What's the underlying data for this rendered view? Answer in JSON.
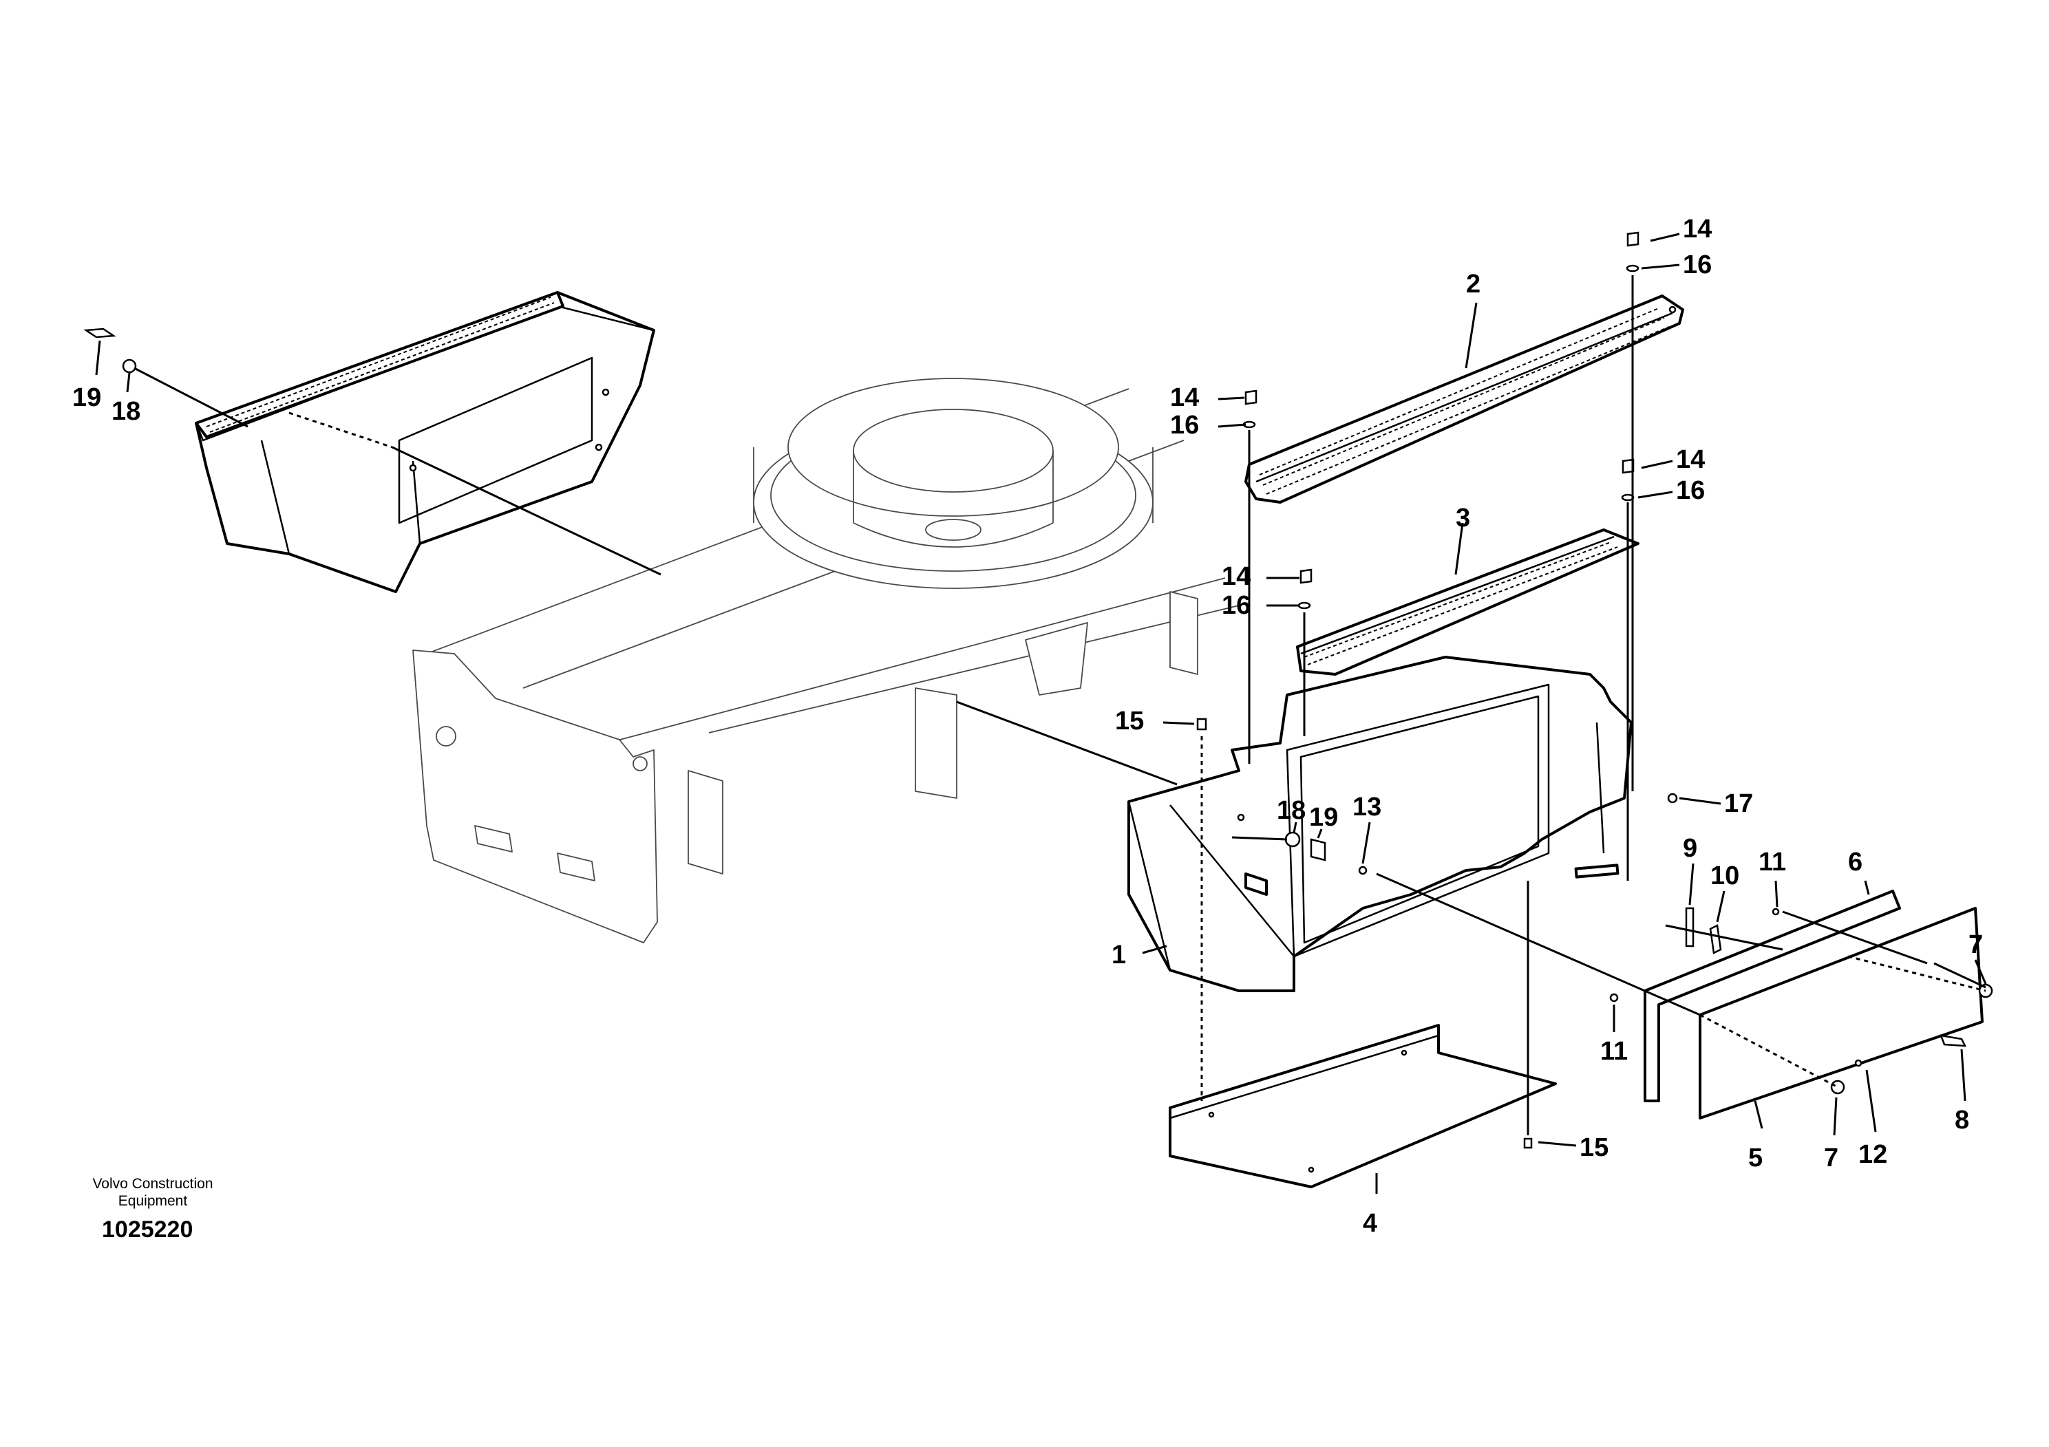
{
  "publisher": {
    "line1": "Volvo Construction",
    "line2": "Equipment"
  },
  "illustration_number": "1025220",
  "callouts": {
    "c1": "1",
    "c2": "2",
    "c3": "3",
    "c4": "4",
    "c5": "5",
    "c6": "6",
    "c7a": "7",
    "c7b": "7",
    "c8": "8",
    "c9": "9",
    "c10": "10",
    "c11a": "11",
    "c11b": "11",
    "c12": "12",
    "c13": "13",
    "c14a": "14",
    "c14b": "14",
    "c14c": "14",
    "c14d": "14",
    "c15a": "15",
    "c15b": "15",
    "c16a": "16",
    "c16b": "16",
    "c16c": "16",
    "c16d": "16",
    "c17": "17",
    "c18a": "18",
    "c18b": "18",
    "c19a": "19",
    "c19b": "19"
  }
}
